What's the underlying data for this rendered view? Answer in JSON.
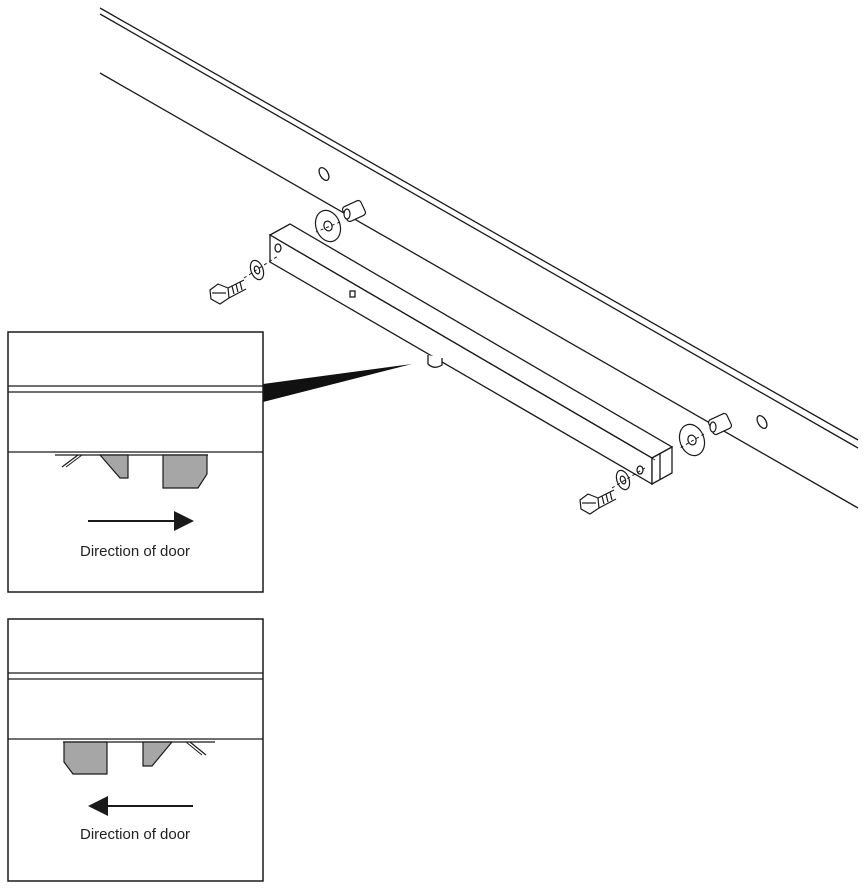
{
  "diagram": {
    "inset_top": {
      "caption": "Direction of door",
      "arrow_direction": "right"
    },
    "inset_bottom": {
      "caption": "Direction of door",
      "arrow_direction": "left"
    }
  },
  "colors": {
    "line": "#1a1a1a",
    "fill_gray": "#a6a6a6",
    "callout": "#111111",
    "background": "#ffffff"
  }
}
